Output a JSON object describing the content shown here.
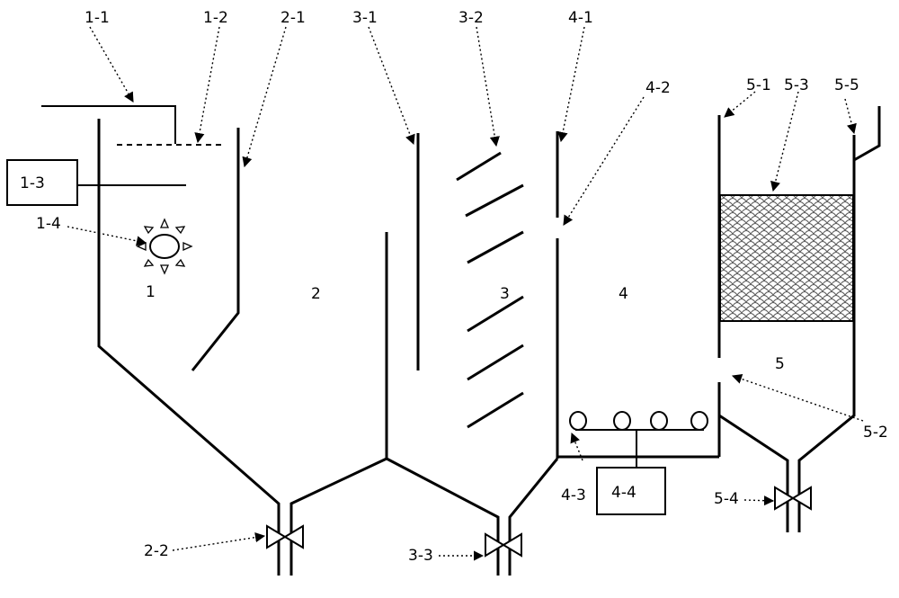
{
  "labels": {
    "l1_1": "1-1",
    "l1_2": "1-2",
    "l1_3": "1-3",
    "l1_4": "1-4",
    "l2_1": "2-1",
    "l2_2": "2-2",
    "l3_1": "3-1",
    "l3_2": "3-2",
    "l3_3": "3-3",
    "l4_1": "4-1",
    "l4_2": "4-2",
    "l4_3": "4-3",
    "l4_4": "4-4",
    "l5_1": "5-1",
    "l5_2": "5-2",
    "l5_3": "5-3",
    "l5_4": "5-4",
    "l5_5": "5-5"
  },
  "zones": {
    "z1": "1",
    "z2": "2",
    "z3": "3",
    "z4": "4",
    "z5": "5"
  }
}
